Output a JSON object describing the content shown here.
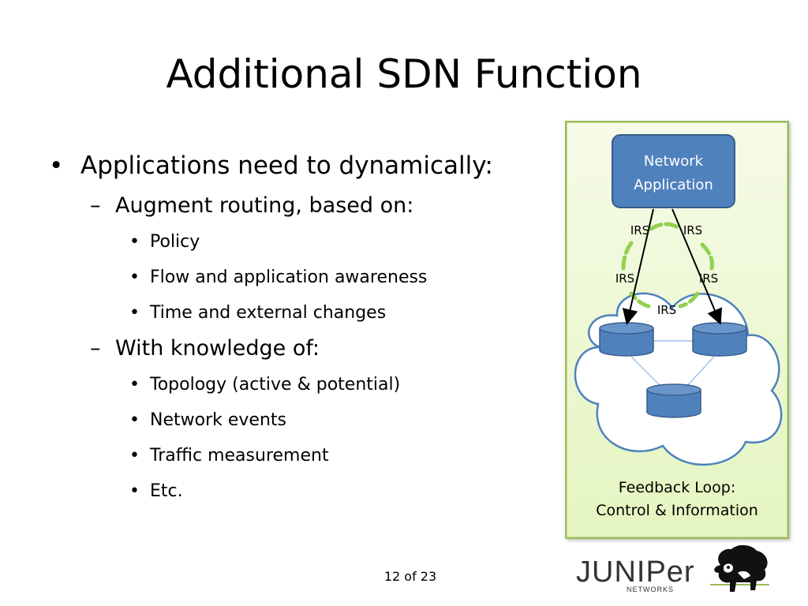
{
  "slide": {
    "title": "Additional SDN Function",
    "page": "12 of 23"
  },
  "bullets": {
    "main": "Applications need to dynamically:",
    "augment": {
      "label": "Augment routing, based on:",
      "items": [
        "Policy",
        "Flow and application awareness",
        "Time and external changes"
      ]
    },
    "knowledge": {
      "label": "With knowledge of:",
      "items": [
        "Topology (active & potential)",
        "Network events",
        "Traffic measurement",
        "Etc."
      ]
    }
  },
  "diagram": {
    "app_box": [
      "Network",
      "Application"
    ],
    "irs_label": "IRS",
    "caption": [
      "Feedback Loop:",
      "Control & Information"
    ]
  },
  "logo": {
    "word": "JUNIPer",
    "sub": "NETWORKS"
  }
}
